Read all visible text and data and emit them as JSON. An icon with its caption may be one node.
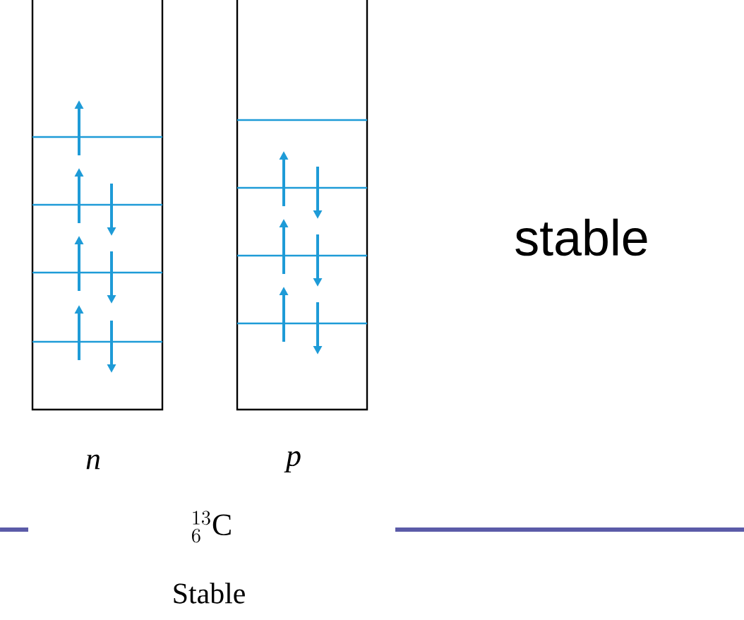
{
  "diagram": {
    "labels": [
      "stable",
      "n",
      "p",
      "{}^{13}_{6}\\mathrm{C}",
      "Stable"
    ]
  }
}
